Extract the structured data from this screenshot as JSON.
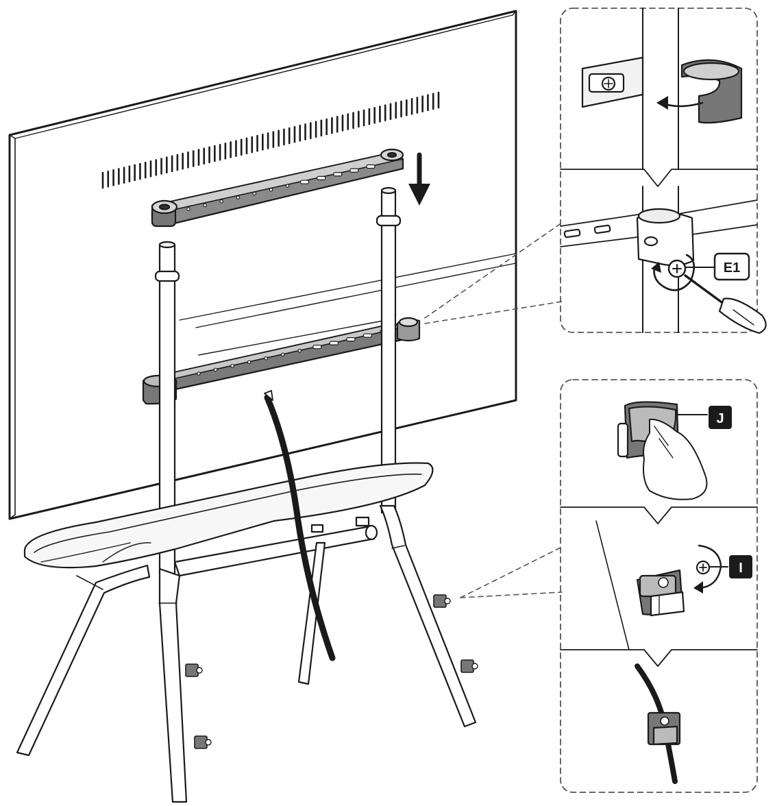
{
  "labels": {
    "e1": "E1",
    "j": "J",
    "i": "I"
  },
  "colors": {
    "line": "#1a1a1a",
    "part_fill": "#6e6e6e",
    "part_dark": "#3c3c3c",
    "tag_dark": "#1b1b1b",
    "detail_border": "#555555"
  },
  "icons": [
    "down-arrow-icon",
    "rotate-arrow-icon",
    "screwdriver-icon",
    "screw-icon",
    "hand-icon",
    "cable-clip-icon"
  ]
}
